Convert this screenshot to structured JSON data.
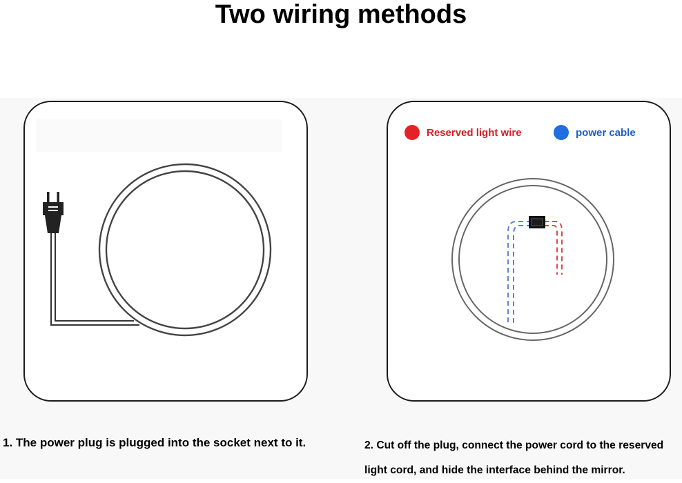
{
  "title": "Two wiring methods",
  "legend": {
    "reserved": {
      "label": "Reserved light wire",
      "color": "#e32228"
    },
    "power": {
      "label": "power cable",
      "color": "#1f6fe0"
    }
  },
  "captions": {
    "method1": "1. The power plug is plugged into the socket next to it.",
    "method2_line1": "2. Cut off the plug, connect the power cord to the reserved",
    "method2_line2": "light cord, and hide the interface behind the mirror."
  },
  "icons": {
    "plug": "power-plug-icon",
    "connector": "connector-block-icon"
  }
}
